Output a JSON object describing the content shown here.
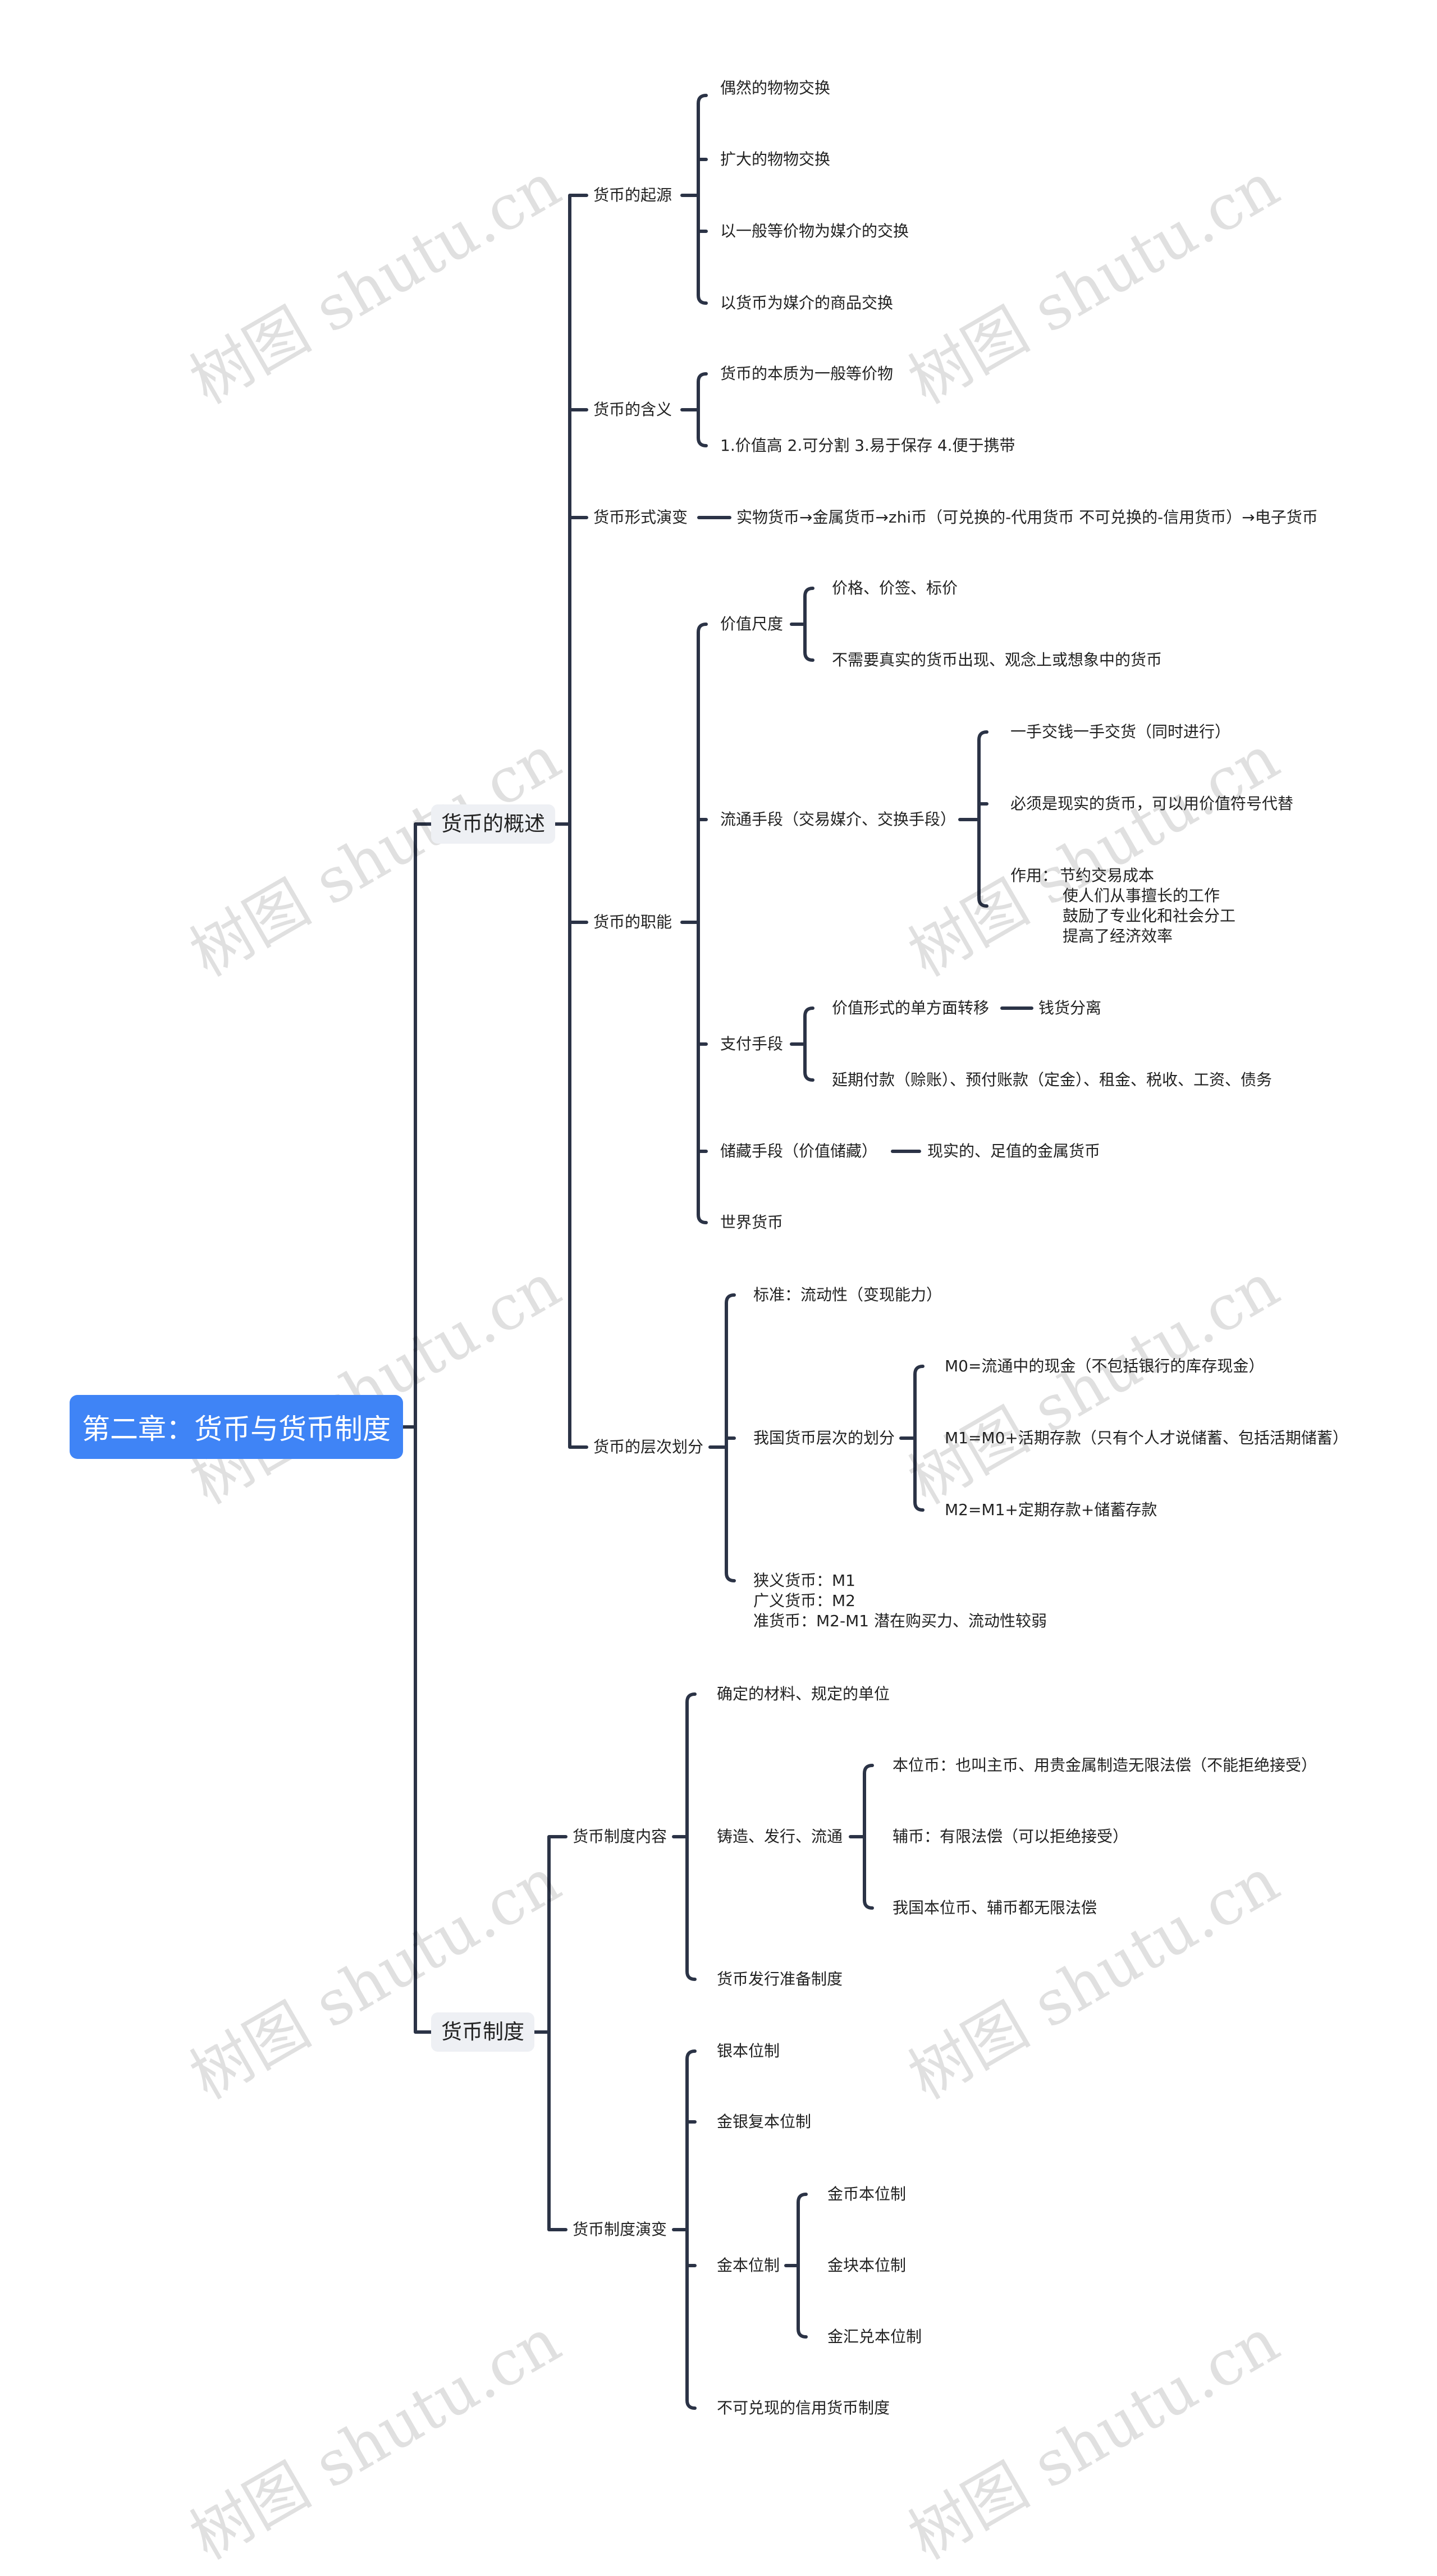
{
  "root": "第二章：货币与货币制度",
  "branch1": {
    "label": "货币的概述",
    "origin": {
      "label": "货币的起源",
      "items": [
        "偶然的物物交换",
        "扩大的物物交换",
        "以一般等价物为媒介的交换",
        "以货币为媒介的商品交换"
      ]
    },
    "meaning": {
      "label": "货币的含义",
      "items": [
        "货币的本质为一般等价物",
        "1.价值高 2.可分割 3.易于保存 4.便于携带"
      ]
    },
    "forms": {
      "label": "货币形式演变",
      "detail": "实物货币→金属货币→zhi币（可兑换的-代用货币 不可兑换的-信用货币）→电子货币"
    },
    "functions": {
      "label": "货币的职能",
      "value_measure": {
        "label": "价值尺度",
        "items": [
          "价格、价签、标价",
          "不需要真实的货币出现、观念上或想象中的货币"
        ]
      },
      "circulation": {
        "label": "流通手段（交易媒介、交换手段）",
        "items": [
          "一手交钱一手交货（同时进行）",
          "必须是现实的货币，可以用价值符号代替"
        ],
        "effect": {
          "label": "作用：",
          "lines": [
            "节约交易成本",
            "使人们从事擅长的工作",
            "鼓励了专业化和社会分工",
            "提高了经济效率"
          ]
        }
      },
      "payment": {
        "label": "支付手段",
        "transfer": "价值形式的单方面转移",
        "transfer_result": "钱货分离",
        "deferred": "延期付款（赊账）、预付账款（定金）、租金、税收、工资、债务"
      },
      "storage": {
        "label": "储藏手段（价值储藏）",
        "detail": "现实的、足值的金属货币"
      },
      "world": "世界货币"
    },
    "levels": {
      "label": "货币的层次划分",
      "standard": "标准：流动性（变现能力）",
      "china": {
        "label": "我国货币层次的划分",
        "items": [
          "M0=流通中的现金（不包括银行的库存现金）",
          "M1=M0+活期存款（只有个人才说储蓄、包括活期储蓄）",
          "M2=M1+定期存款+储蓄存款"
        ]
      },
      "notes": [
        "狭义货币：M1",
        "广义货币：M2",
        "准货币：M2-M1 潜在购买力、流动性较弱"
      ]
    }
  },
  "branch2": {
    "label": "货币制度",
    "content": {
      "label": "货币制度内容",
      "material": "确定的材料、规定的单位",
      "minting": {
        "label": "铸造、发行、流通",
        "items": [
          "本位币：也叫主币、用贵金属制造无限法偿（不能拒绝接受）",
          "辅币：有限法偿（可以拒绝接受）",
          "我国本位币、辅币都无限法偿"
        ]
      },
      "reserve": "货币发行准备制度"
    },
    "evolution": {
      "label": "货币制度演变",
      "silver": "银本位制",
      "bimetal": "金银复本位制",
      "gold": {
        "label": "金本位制",
        "items": [
          "金币本位制",
          "金块本位制",
          "金汇兑本位制"
        ]
      },
      "credit": "不可兑现的信用货币制度"
    }
  },
  "watermark": "树图 shutu.cn"
}
